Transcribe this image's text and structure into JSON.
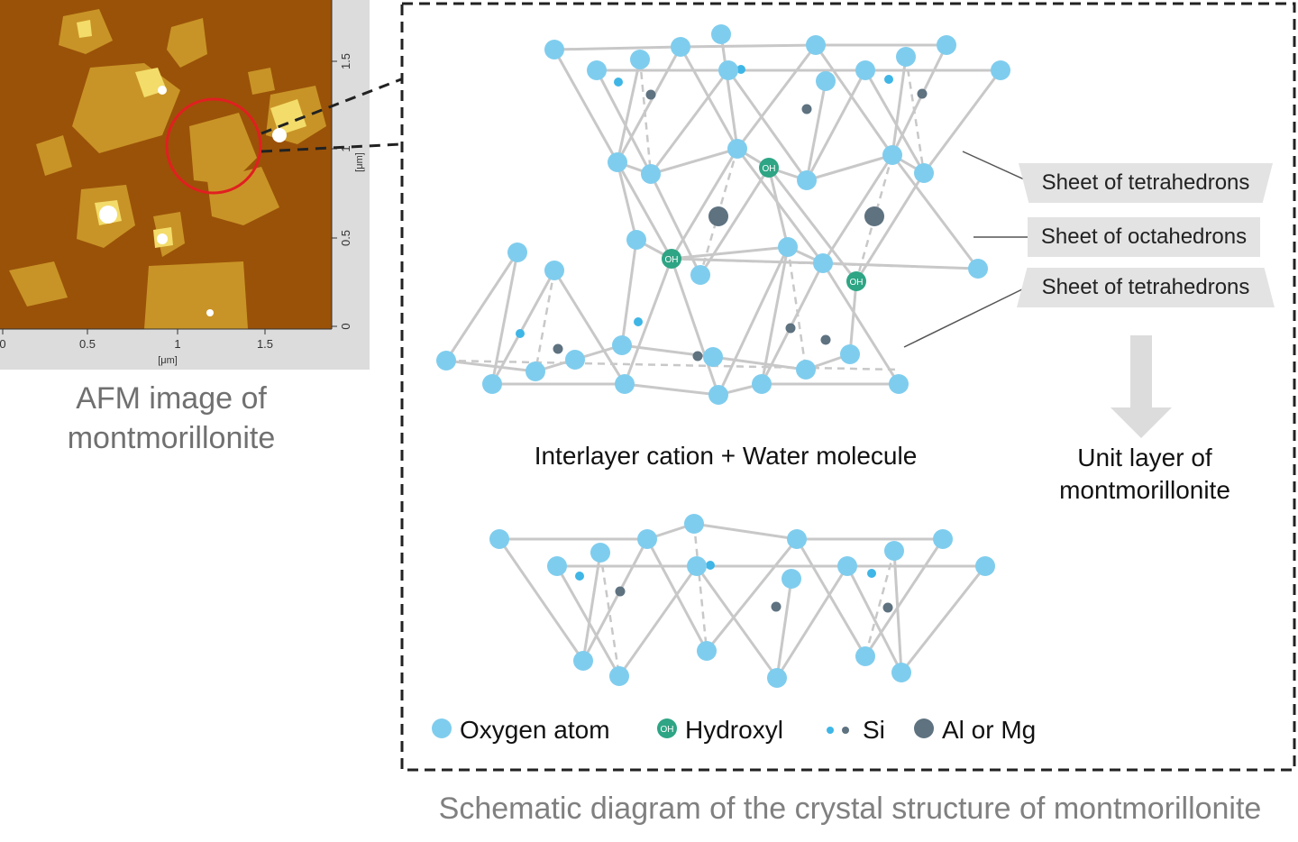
{
  "afm": {
    "caption_line1": "AFM image of",
    "caption_line2": "montmorillonite",
    "x_ticks": [
      "0",
      "0.5",
      "1",
      "1.5"
    ],
    "x_unit": "[μm]",
    "y_ticks": [
      "0",
      "0.5",
      "1",
      "1.5"
    ],
    "y_unit": "[μm]",
    "colors": {
      "background": "#9a5208",
      "flake": "#c99427",
      "bright": "#f3dc6a",
      "circle": "#e02020"
    }
  },
  "diagram": {
    "sheet_labels": [
      "Sheet of tetrahedrons",
      "Sheet of octahedrons",
      "Sheet of tetrahedrons"
    ],
    "interlayer_label": "Interlayer cation + Water molecule",
    "unit_layer_line1": "Unit layer of",
    "unit_layer_line2": "montmorillonite",
    "hydroxyl_symbol": "OH",
    "legend": [
      {
        "label": "Oxygen atom",
        "icon": "oxygen-atom-icon"
      },
      {
        "label": "Hydroxyl",
        "icon": "hydroxyl-icon"
      },
      {
        "label": "Si",
        "icon": "si-icon"
      },
      {
        "label": "Al or Mg",
        "icon": "al-mg-icon"
      }
    ],
    "colors": {
      "oxygen": "#7fcdee",
      "hydroxyl": "#2ea585",
      "si": "#3fb6e6",
      "al_mg": "#5e7280",
      "bond": "#c8c8c8",
      "label_box": "#e3e3e3"
    }
  },
  "main_caption": "Schematic diagram of the crystal structure of montmorillonite"
}
